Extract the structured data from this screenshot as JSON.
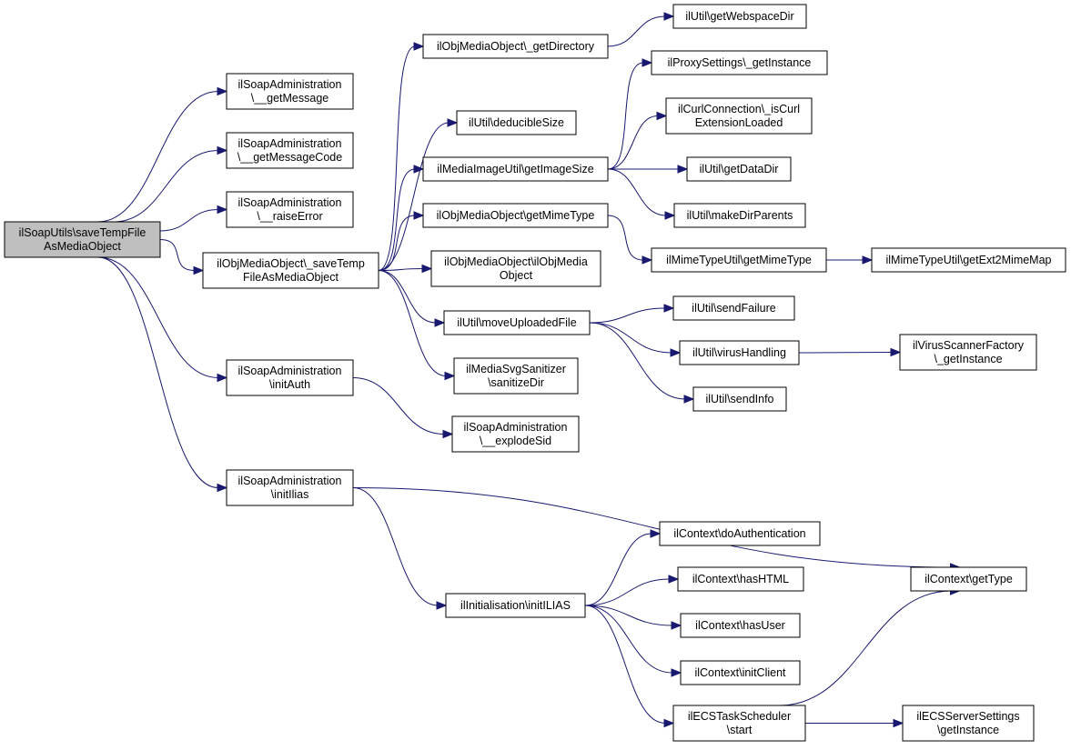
{
  "colors": {
    "edge": "#191970",
    "root_fill": "#bfbfbf",
    "node_fill": "#ffffff",
    "border": "#000000"
  },
  "nodes": {
    "root": [
      "ilSoapUtils\\saveTempFile",
      "AsMediaObject"
    ],
    "getMessage": [
      "ilSoapAdministration",
      "\\__getMessage"
    ],
    "getMessageCode": [
      "ilSoapAdministration",
      "\\__getMessageCode"
    ],
    "raiseError": [
      "ilSoapAdministration",
      "\\__raiseError"
    ],
    "saveTempFileObj": [
      "ilObjMediaObject\\_saveTemp",
      "FileAsMediaObject"
    ],
    "initAuth": [
      "ilSoapAdministration",
      "\\initAuth"
    ],
    "initIlias": [
      "ilSoapAdministration",
      "\\initIlias"
    ],
    "getDirectory": [
      "ilObjMediaObject\\_getDirectory"
    ],
    "deducibleSize": [
      "ilUtil\\deducibleSize"
    ],
    "getImageSize": [
      "ilMediaImageUtil\\getImageSize"
    ],
    "getMimeTypeObj": [
      "ilObjMediaObject\\getMimeType"
    ],
    "ctor": [
      "ilObjMediaObject\\ilObjMedia",
      "Object"
    ],
    "moveUploadedFile": [
      "ilUtil\\moveUploadedFile"
    ],
    "sanitizeDir": [
      "ilMediaSvgSanitizer",
      "\\sanitizeDir"
    ],
    "explodeSid": [
      "ilSoapAdministration",
      "\\__explodeSid"
    ],
    "initILIAS": [
      "ilInitialisation\\initILIAS"
    ],
    "getWebspaceDir": [
      "ilUtil\\getWebspaceDir"
    ],
    "proxyGetInstance": [
      "ilProxySettings\\_getInstance"
    ],
    "isCurl": [
      "ilCurlConnection\\_isCurl",
      "ExtensionLoaded"
    ],
    "getDataDir": [
      "ilUtil\\getDataDir"
    ],
    "makeDirParents": [
      "ilUtil\\makeDirParents"
    ],
    "mimeUtilGetMimeType": [
      "ilMimeTypeUtil\\getMimeType"
    ],
    "sendFailure": [
      "ilUtil\\sendFailure"
    ],
    "virusHandling": [
      "ilUtil\\virusHandling"
    ],
    "sendInfo": [
      "ilUtil\\sendInfo"
    ],
    "doAuthentication": [
      "ilContext\\doAuthentication"
    ],
    "hasHTML": [
      "ilContext\\hasHTML"
    ],
    "hasUser": [
      "ilContext\\hasUser"
    ],
    "initClient": [
      "ilContext\\initClient"
    ],
    "ecsStart": [
      "ilECSTaskScheduler",
      "\\start"
    ],
    "getExt2MimeMap": [
      "ilMimeTypeUtil\\getExt2MimeMap"
    ],
    "virusScanner": [
      "ilVirusScannerFactory",
      "\\_getInstance"
    ],
    "getType": [
      "ilContext\\getType"
    ],
    "ecsServerSettings": [
      "ilECSServerSettings",
      "\\getInstance"
    ]
  },
  "edges": [
    [
      "root",
      "getMessage"
    ],
    [
      "root",
      "getMessageCode"
    ],
    [
      "root",
      "raiseError"
    ],
    [
      "root",
      "saveTempFileObj"
    ],
    [
      "root",
      "initAuth"
    ],
    [
      "root",
      "initIlias"
    ],
    [
      "saveTempFileObj",
      "getDirectory"
    ],
    [
      "saveTempFileObj",
      "deducibleSize"
    ],
    [
      "saveTempFileObj",
      "getImageSize"
    ],
    [
      "saveTempFileObj",
      "getMimeTypeObj"
    ],
    [
      "saveTempFileObj",
      "ctor"
    ],
    [
      "saveTempFileObj",
      "moveUploadedFile"
    ],
    [
      "saveTempFileObj",
      "sanitizeDir"
    ],
    [
      "getDirectory",
      "getWebspaceDir"
    ],
    [
      "getImageSize",
      "proxyGetInstance"
    ],
    [
      "getImageSize",
      "isCurl"
    ],
    [
      "getImageSize",
      "getDataDir"
    ],
    [
      "getImageSize",
      "makeDirParents"
    ],
    [
      "getMimeTypeObj",
      "mimeUtilGetMimeType"
    ],
    [
      "mimeUtilGetMimeType",
      "getExt2MimeMap"
    ],
    [
      "moveUploadedFile",
      "sendFailure"
    ],
    [
      "moveUploadedFile",
      "virusHandling"
    ],
    [
      "moveUploadedFile",
      "sendInfo"
    ],
    [
      "virusHandling",
      "virusScanner"
    ],
    [
      "initAuth",
      "explodeSid"
    ],
    [
      "initIlias",
      "initILIAS"
    ],
    [
      "initIlias",
      "getType"
    ],
    [
      "initILIAS",
      "doAuthentication"
    ],
    [
      "initILIAS",
      "hasHTML"
    ],
    [
      "initILIAS",
      "hasUser"
    ],
    [
      "initILIAS",
      "initClient"
    ],
    [
      "initILIAS",
      "ecsStart"
    ],
    [
      "ecsStart",
      "getType"
    ],
    [
      "ecsStart",
      "ecsServerSettings"
    ]
  ]
}
